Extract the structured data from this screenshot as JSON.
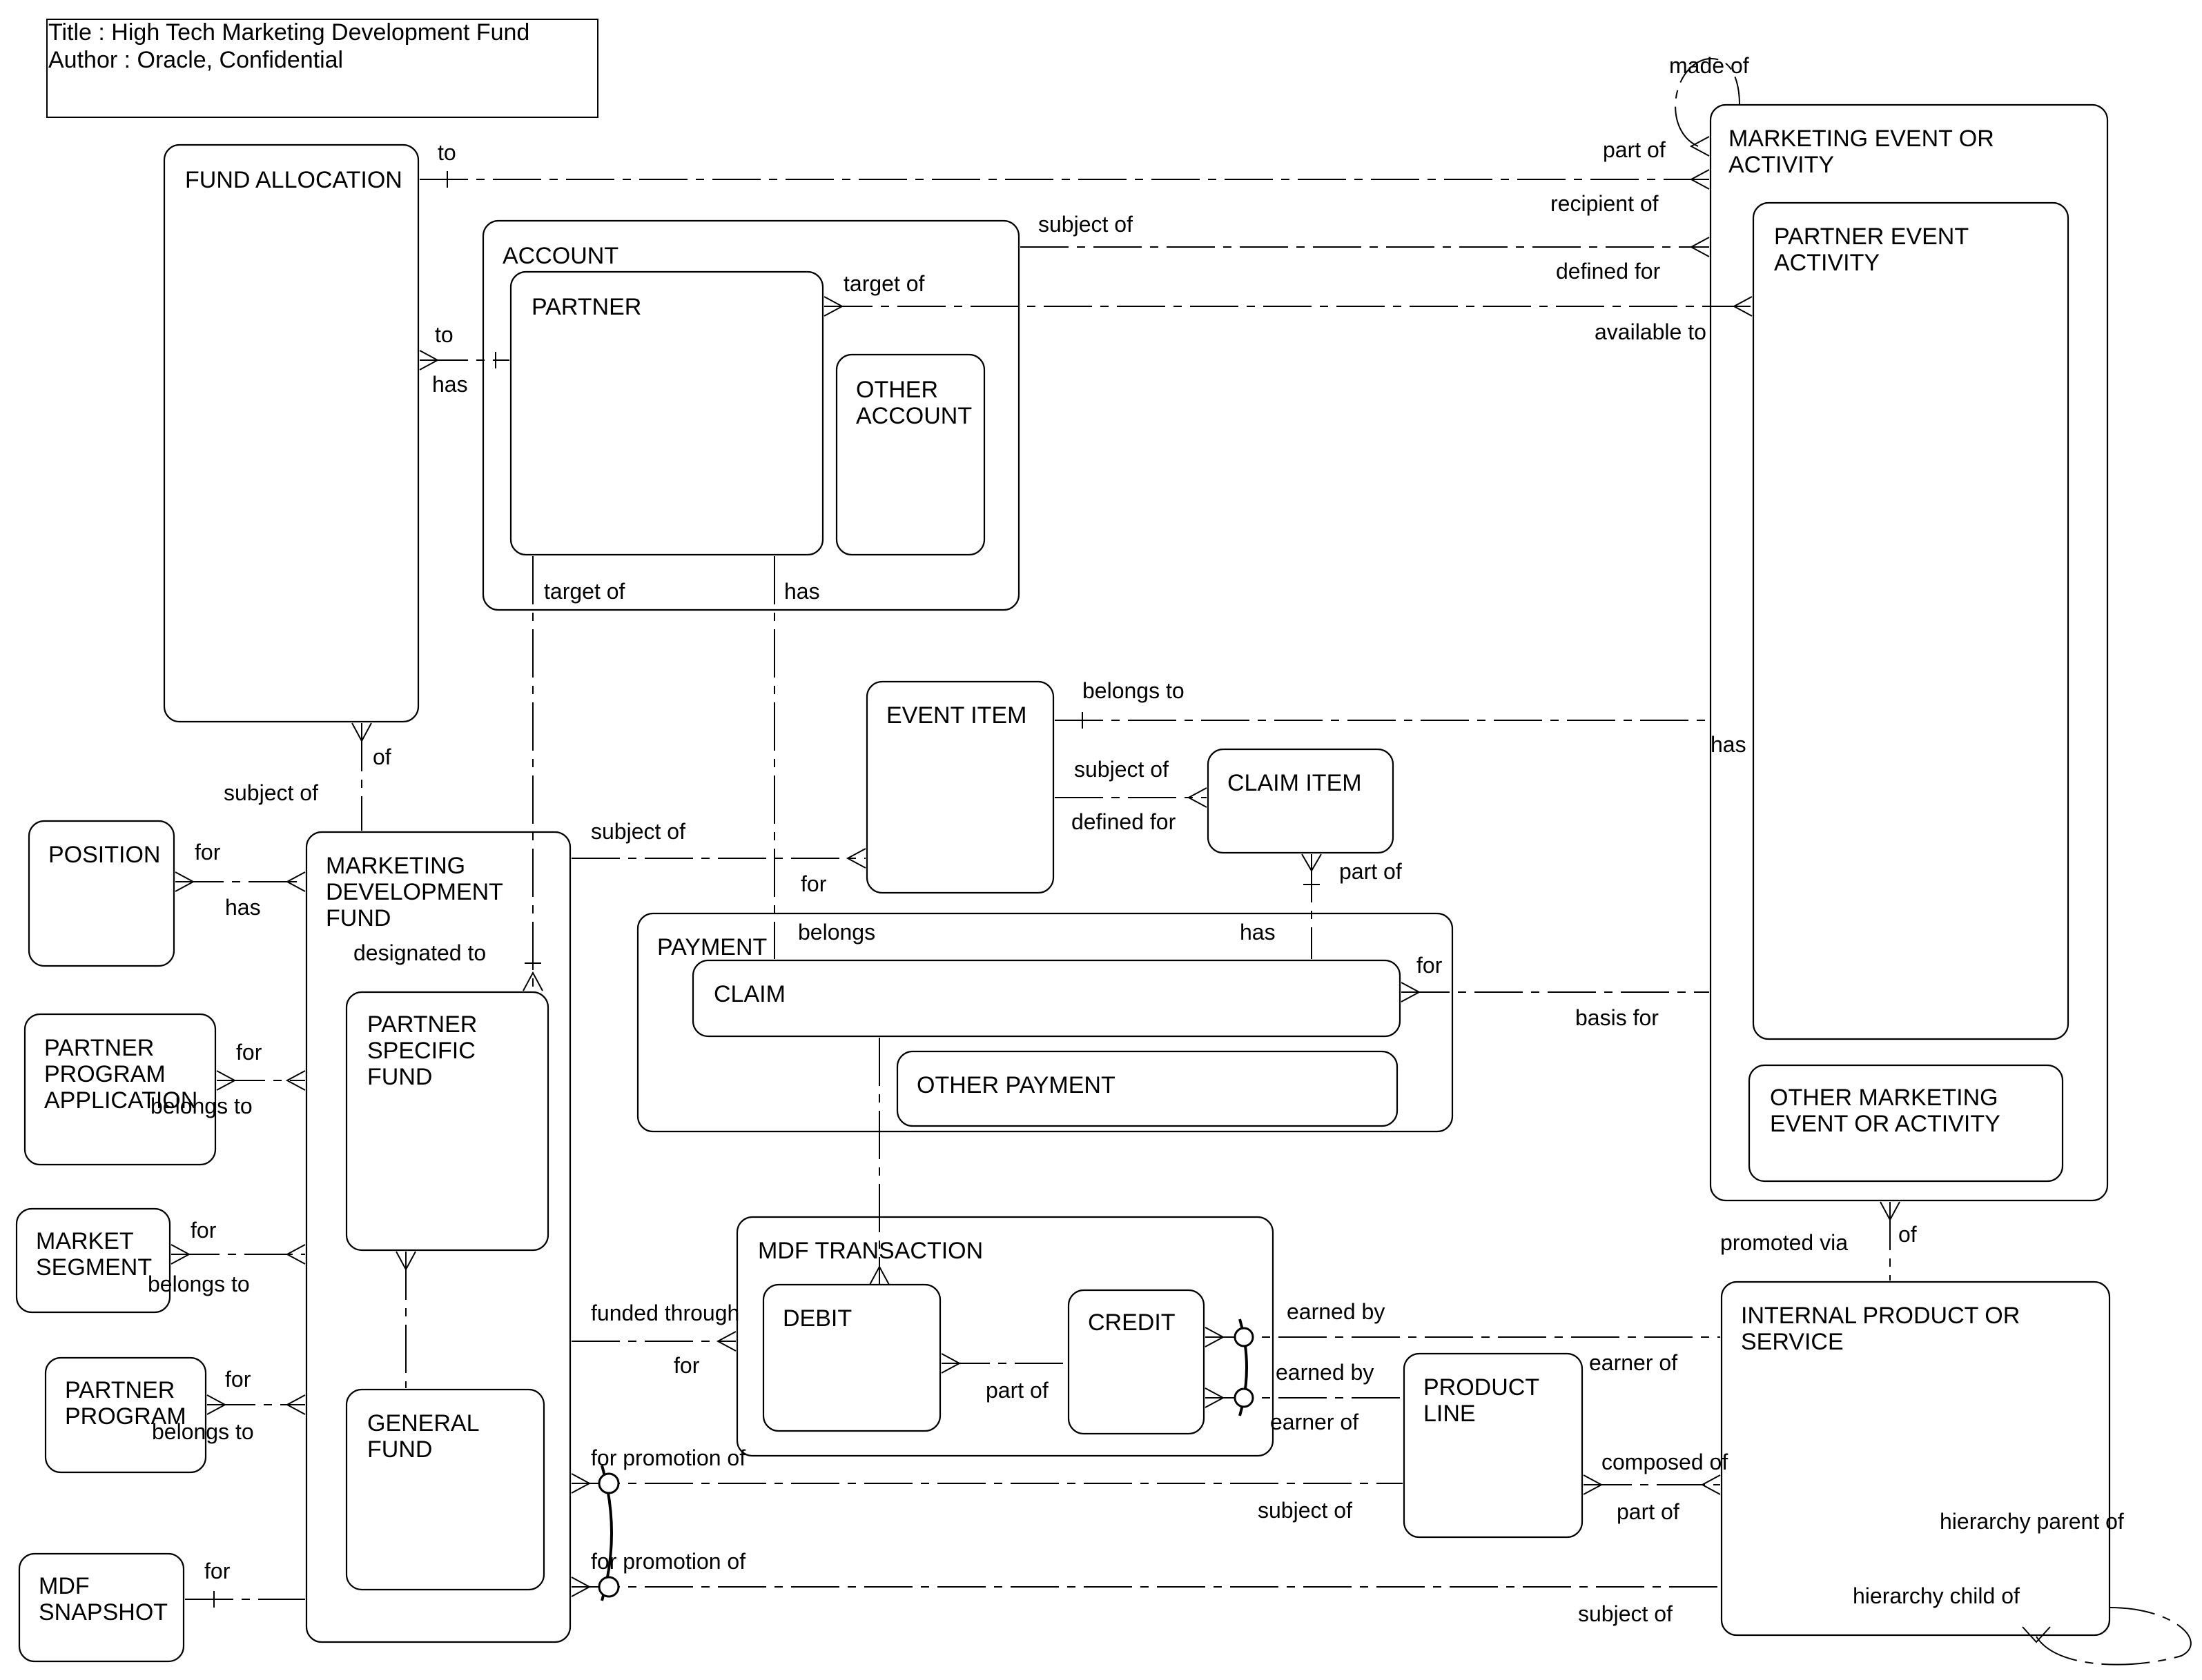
{
  "title_box": {
    "title": "Title : High Tech Marketing Development Fund",
    "author": "Author : Oracle, Confidential"
  },
  "entities": {
    "fund_allocation": "FUND ALLOCATION",
    "account": "ACCOUNT",
    "partner": "PARTNER",
    "other_account": [
      "OTHER",
      "ACCOUNT"
    ],
    "marketing_event": [
      "MARKETING EVENT OR",
      "ACTIVITY"
    ],
    "partner_event": [
      "PARTNER EVENT",
      "ACTIVITY"
    ],
    "other_marketing_event": [
      "OTHER MARKETING",
      "EVENT OR ACTIVITY"
    ],
    "event_item": "EVENT ITEM",
    "claim_item": "CLAIM ITEM",
    "payment": "PAYMENT",
    "claim": "CLAIM",
    "other_payment": "OTHER PAYMENT",
    "position": "POSITION",
    "mdf": [
      "MARKETING",
      "DEVELOPMENT",
      "FUND"
    ],
    "partner_specific_fund": [
      "PARTNER",
      "SPECIFIC",
      "FUND"
    ],
    "general_fund": [
      "GENERAL",
      "FUND"
    ],
    "partner_program_application": [
      "PARTNER",
      "PROGRAM",
      "APPLICATION"
    ],
    "market_segment": [
      "MARKET",
      "SEGMENT"
    ],
    "partner_program": [
      "PARTNER",
      "PROGRAM"
    ],
    "mdf_snapshot": [
      "MDF",
      "SNAPSHOT"
    ],
    "mdf_transaction": "MDF TRANSACTION",
    "debit": "DEBIT",
    "credit": "CREDIT",
    "product_line": [
      "PRODUCT",
      "LINE"
    ],
    "internal_product": [
      "INTERNAL PRODUCT OR",
      "SERVICE"
    ]
  },
  "labels": {
    "made_of": "made of",
    "part_of_1": "part of",
    "to_1": "to",
    "recipient_of": "recipient of",
    "subject_of_1": "subject of",
    "defined_for_1": "defined for",
    "target_of_1": "target of",
    "available_to": "available to",
    "to_2": "to",
    "has_1": "has",
    "target_of_2": "target of",
    "has_2": "has",
    "belongs_to_1": "belongs to",
    "has_3": "has",
    "subject_of_2": "subject of",
    "defined_for_2": "defined for",
    "part_of_2": "part of",
    "of_1": "of",
    "subject_of_3": "subject of",
    "subject_of_4": "subject of",
    "for_1": "for",
    "has_4": "has",
    "for_2": "for",
    "belongs": "belongs",
    "has_5": "has",
    "for_3": "for",
    "basis_for": "basis for",
    "designated_to": "designated to",
    "for_4": "for",
    "belongs_to_2": "belongs to",
    "for_5": "for",
    "belongs_to_3": "belongs to",
    "for_6": "for",
    "belongs_to_4": "belongs to",
    "for_7": "for",
    "funded_through": "funded through",
    "for_8": "for",
    "part_of_3": "part of",
    "earned_by_1": "earned by",
    "earner_of_1": "earner of",
    "earned_by_2": "earned by",
    "earner_of_2": "earner of",
    "promoted_via": "promoted via",
    "of_2": "of",
    "composed_of": "composed of",
    "part_of_4": "part of",
    "for_promotion_of_1": "for promotion of",
    "subject_of_5": "subject of",
    "for_promotion_of_2": "for promotion of",
    "subject_of_6": "subject of",
    "hierarchy_parent_of": "hierarchy parent of",
    "hierarchy_child_of": "hierarchy child of"
  }
}
